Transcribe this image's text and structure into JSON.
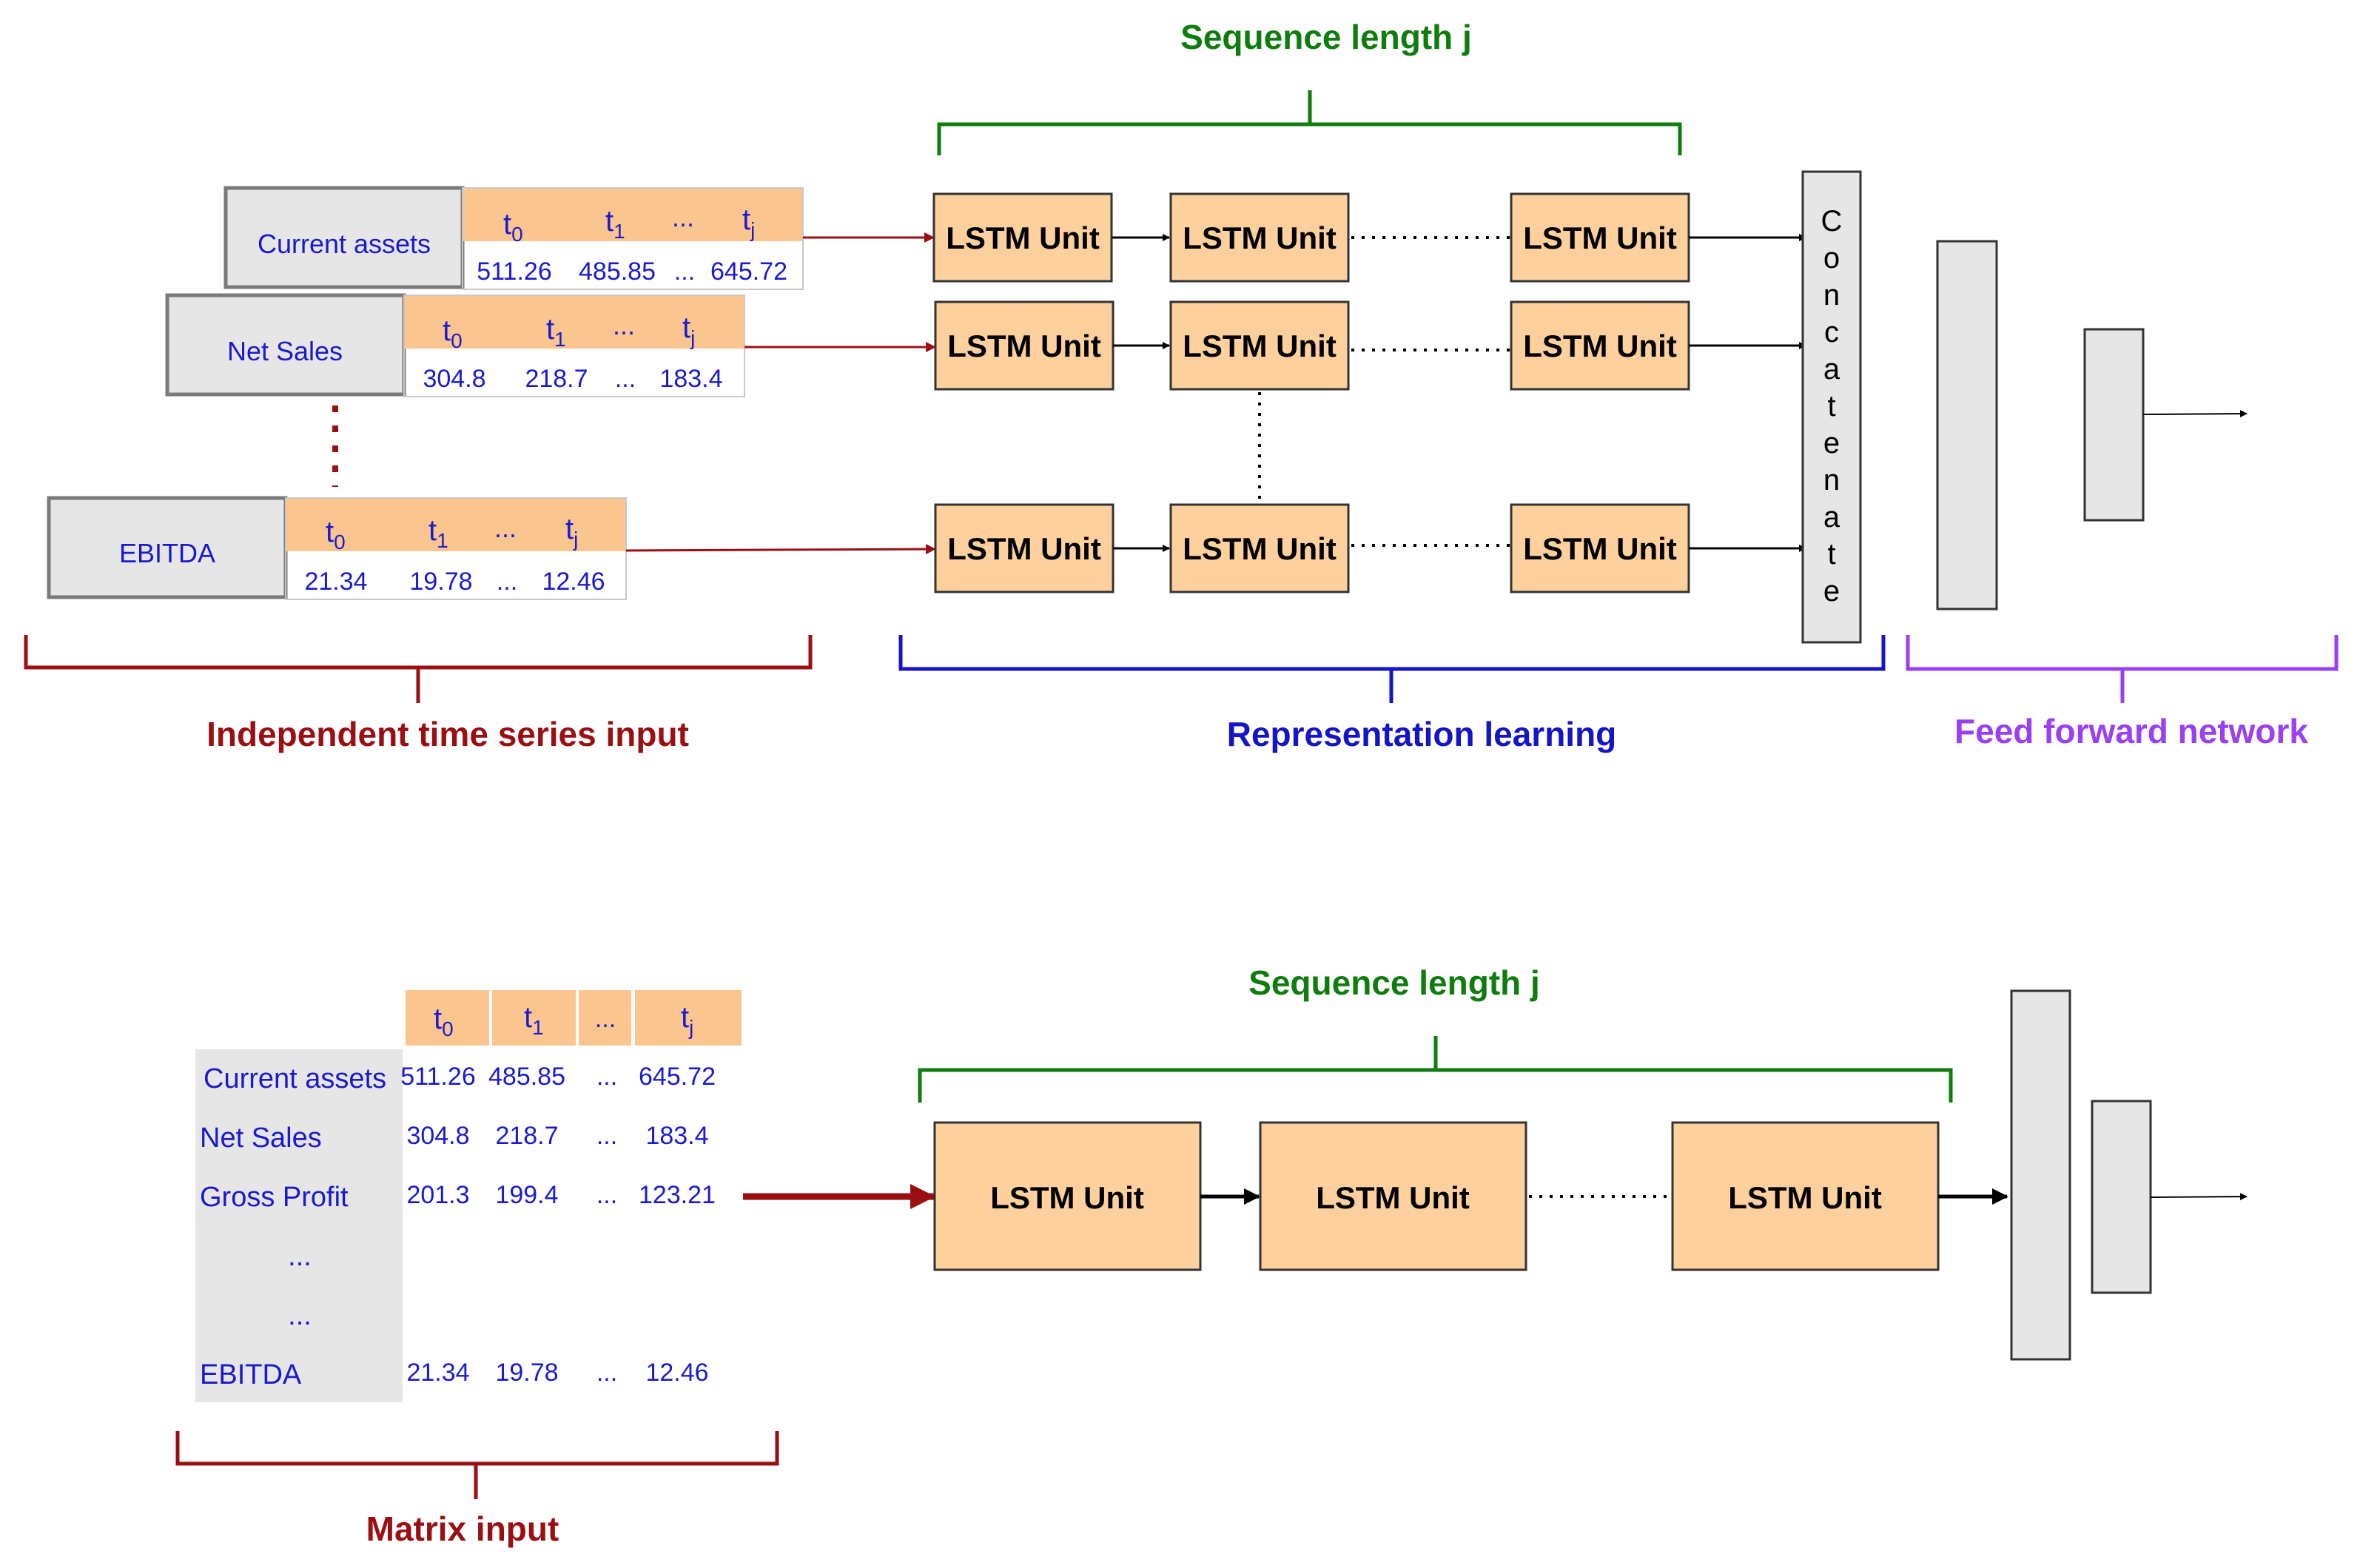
{
  "colors": {
    "lstm_fill": "#fdd09e",
    "header_fill": "#fbc58f",
    "gray_fill": "#e6e6e6",
    "dark_red": "#9b0f12",
    "green": "#0e7d0e",
    "blue": "#1515c8",
    "purple": "#9a3ff2",
    "value_blue": "#1a1ad0"
  },
  "top": {
    "sequence_label": "Sequence length j",
    "lstm_label": "LSTM Unit",
    "concatenate_letters": [
      "C",
      "o",
      "n",
      "c",
      "a",
      "t",
      "e",
      "n",
      "a",
      "t",
      "e"
    ],
    "inputs": [
      {
        "name": "Current assets",
        "headers": [
          "t0",
          "t1",
          "...",
          "tj"
        ],
        "values": [
          "511.26",
          "485.85",
          "...",
          "645.72"
        ]
      },
      {
        "name": "Net Sales",
        "headers": [
          "t0",
          "t1",
          "...",
          "tj"
        ],
        "values": [
          "304.8",
          "218.7",
          "...",
          "183.4"
        ]
      },
      {
        "name": "EBITDA",
        "headers": [
          "t0",
          "t1",
          "...",
          "tj"
        ],
        "values": [
          "21.34",
          "19.78",
          "...",
          "12.46"
        ]
      }
    ],
    "brace_labels": {
      "independent": "Independent time series input",
      "representation": "Representation learning",
      "feed_forward": "Feed forward network"
    }
  },
  "bottom": {
    "sequence_label": "Sequence length j",
    "lstm_label": "LSTM Unit",
    "matrix_headers": [
      "t0",
      "t1",
      "...",
      "tj"
    ],
    "matrix_rows": [
      {
        "name": "Current assets",
        "values": [
          "511.26",
          "485.85",
          "...",
          "645.72"
        ]
      },
      {
        "name": "Net Sales",
        "values": [
          "304.8",
          "218.7",
          "...",
          "183.4"
        ]
      },
      {
        "name": "Gross Profit",
        "values": [
          "201.3",
          "199.4",
          "...",
          "123.21"
        ]
      },
      {
        "name": "...",
        "values": [
          "",
          "",
          "",
          ""
        ]
      },
      {
        "name": "...",
        "values": [
          "",
          "",
          "",
          ""
        ]
      },
      {
        "name": "EBITDA",
        "values": [
          "21.34",
          "19.78",
          "...",
          "12.46"
        ]
      }
    ],
    "brace_label": "Matrix input"
  }
}
